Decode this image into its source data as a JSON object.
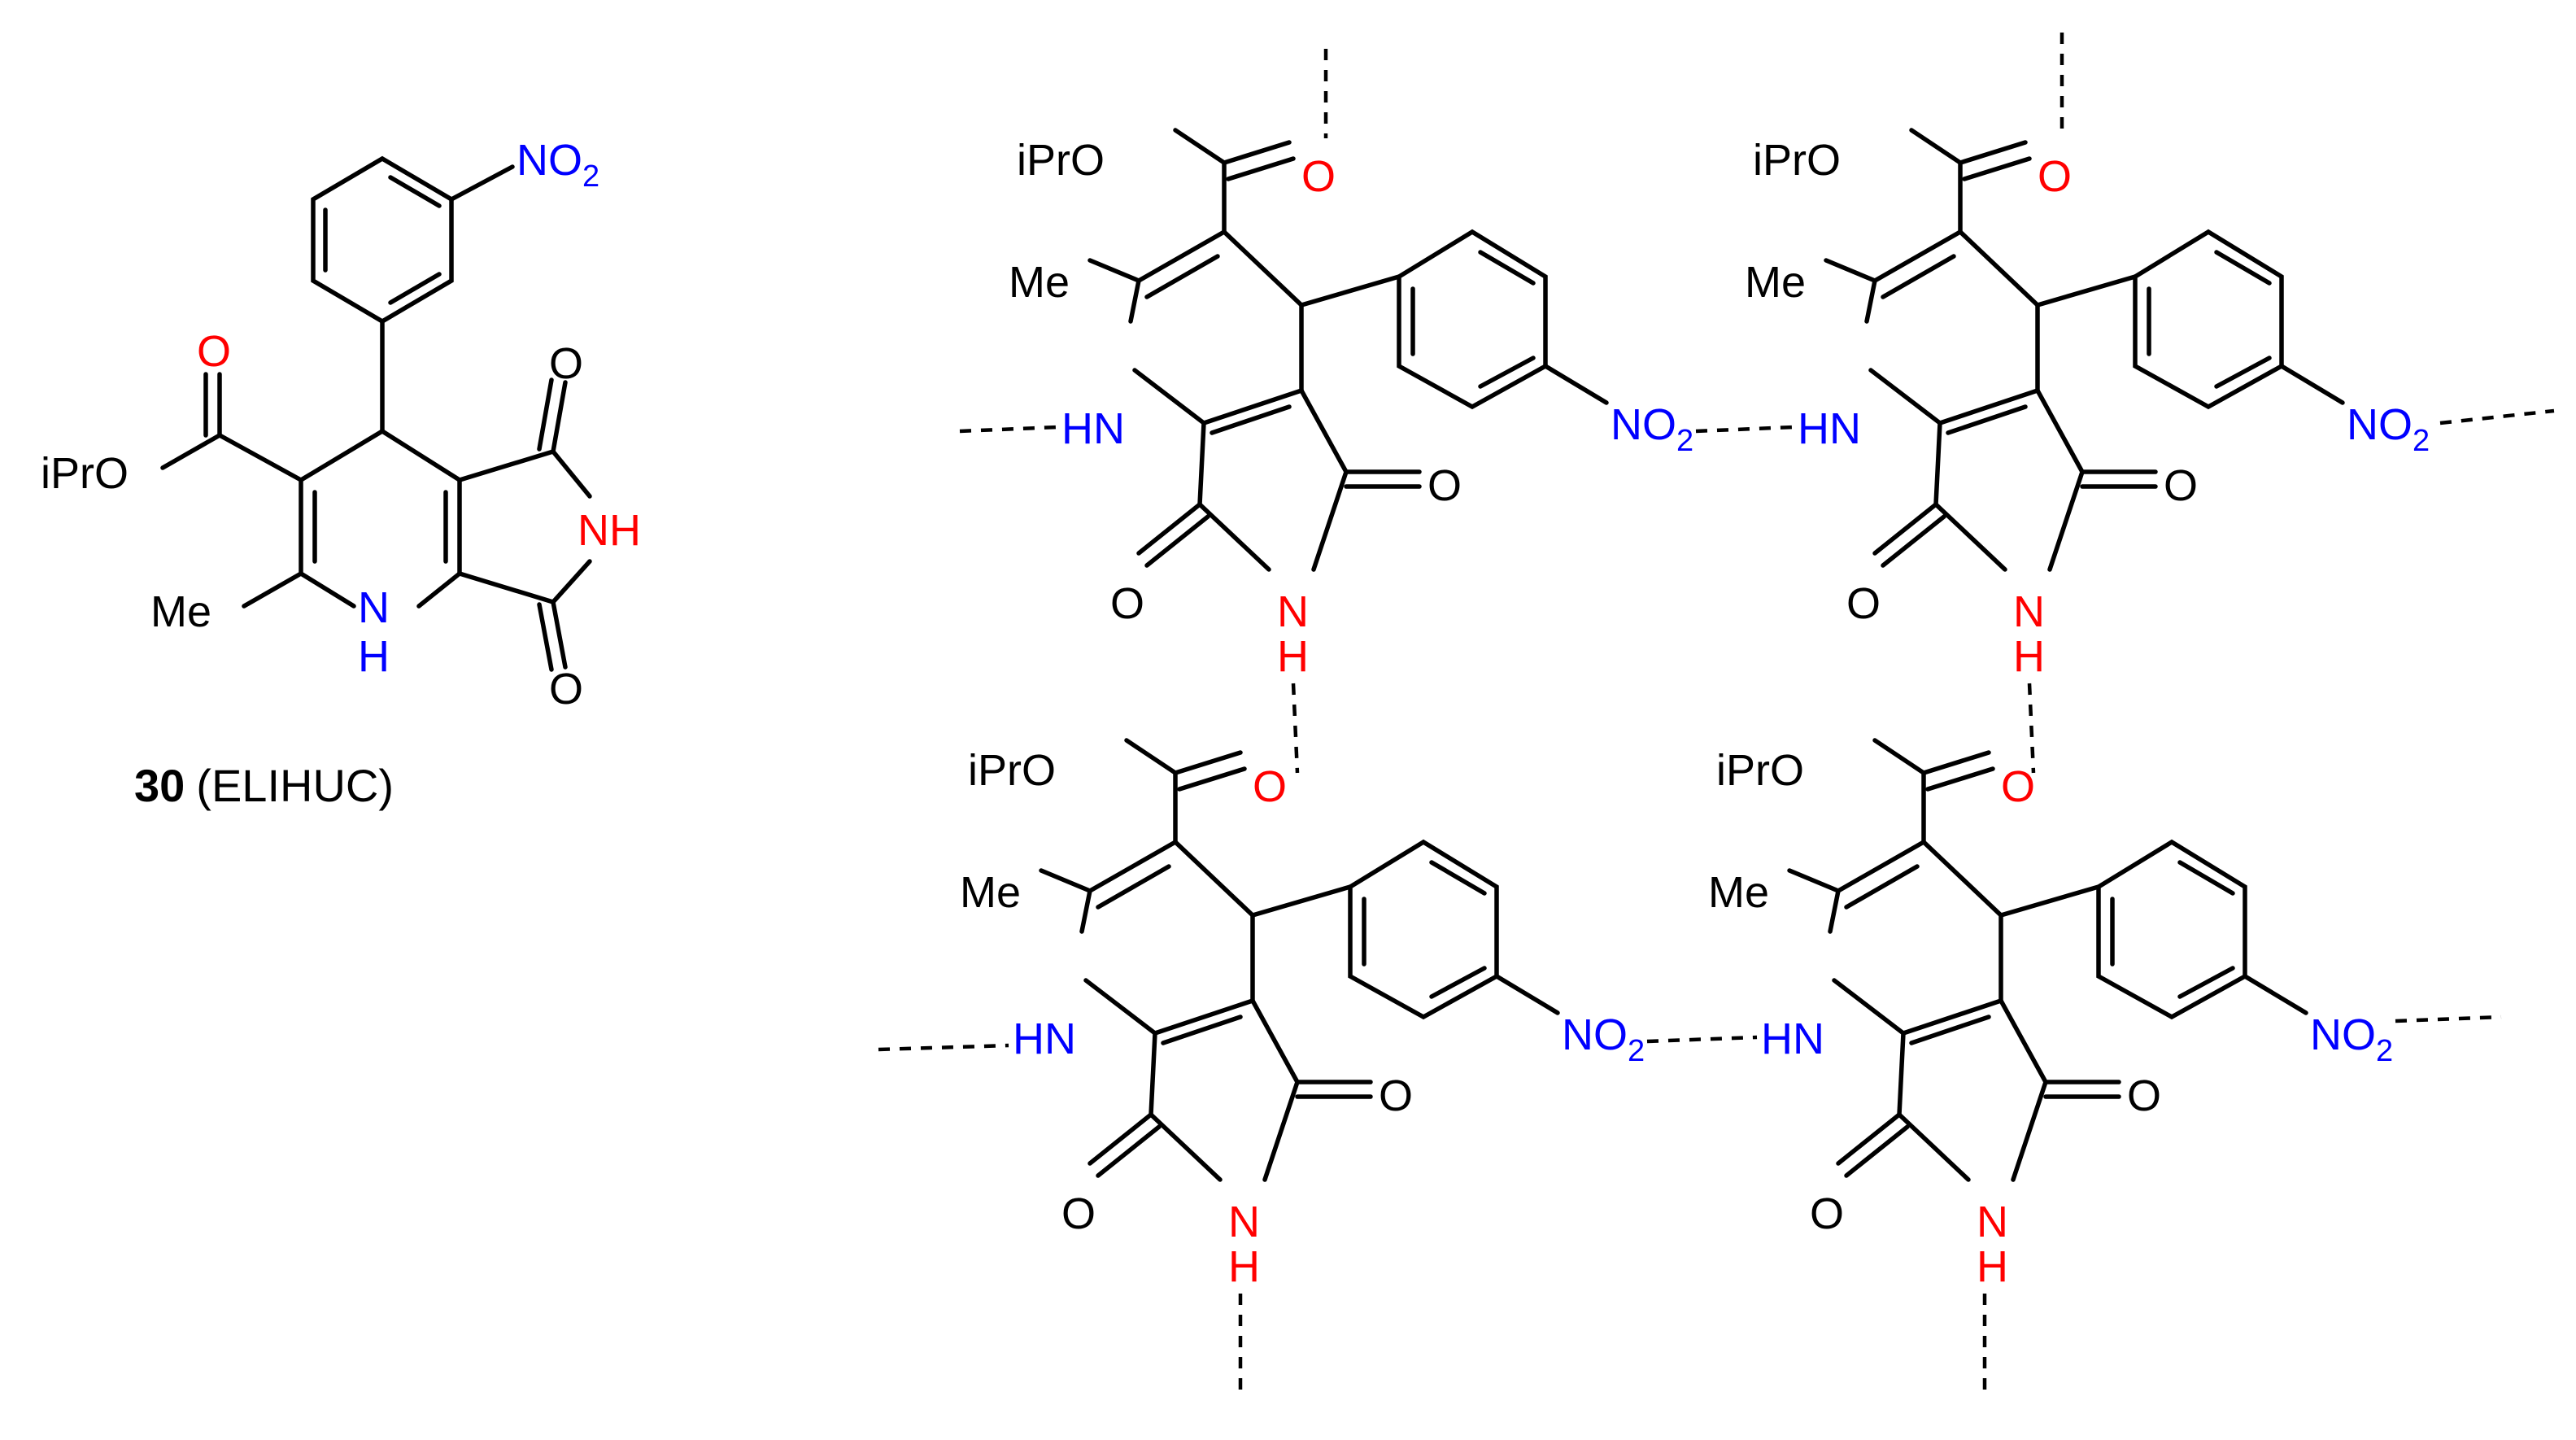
{
  "labels": {
    "no2_main": "NO",
    "no2_sub": "2",
    "carbonyl_o": "O",
    "ipro": "iPrO",
    "nh": "NH",
    "n": "N",
    "h": "H",
    "me": "Me",
    "hn": "HN",
    "o": "O"
  },
  "caption": {
    "compound_number": "30",
    "compound_code": "(ELIHUC)"
  },
  "colors": {
    "bond": "#000000",
    "oxygen_red": "#ff0000",
    "nitrogen_blue": "#0000ff",
    "text_black": "#000000"
  }
}
